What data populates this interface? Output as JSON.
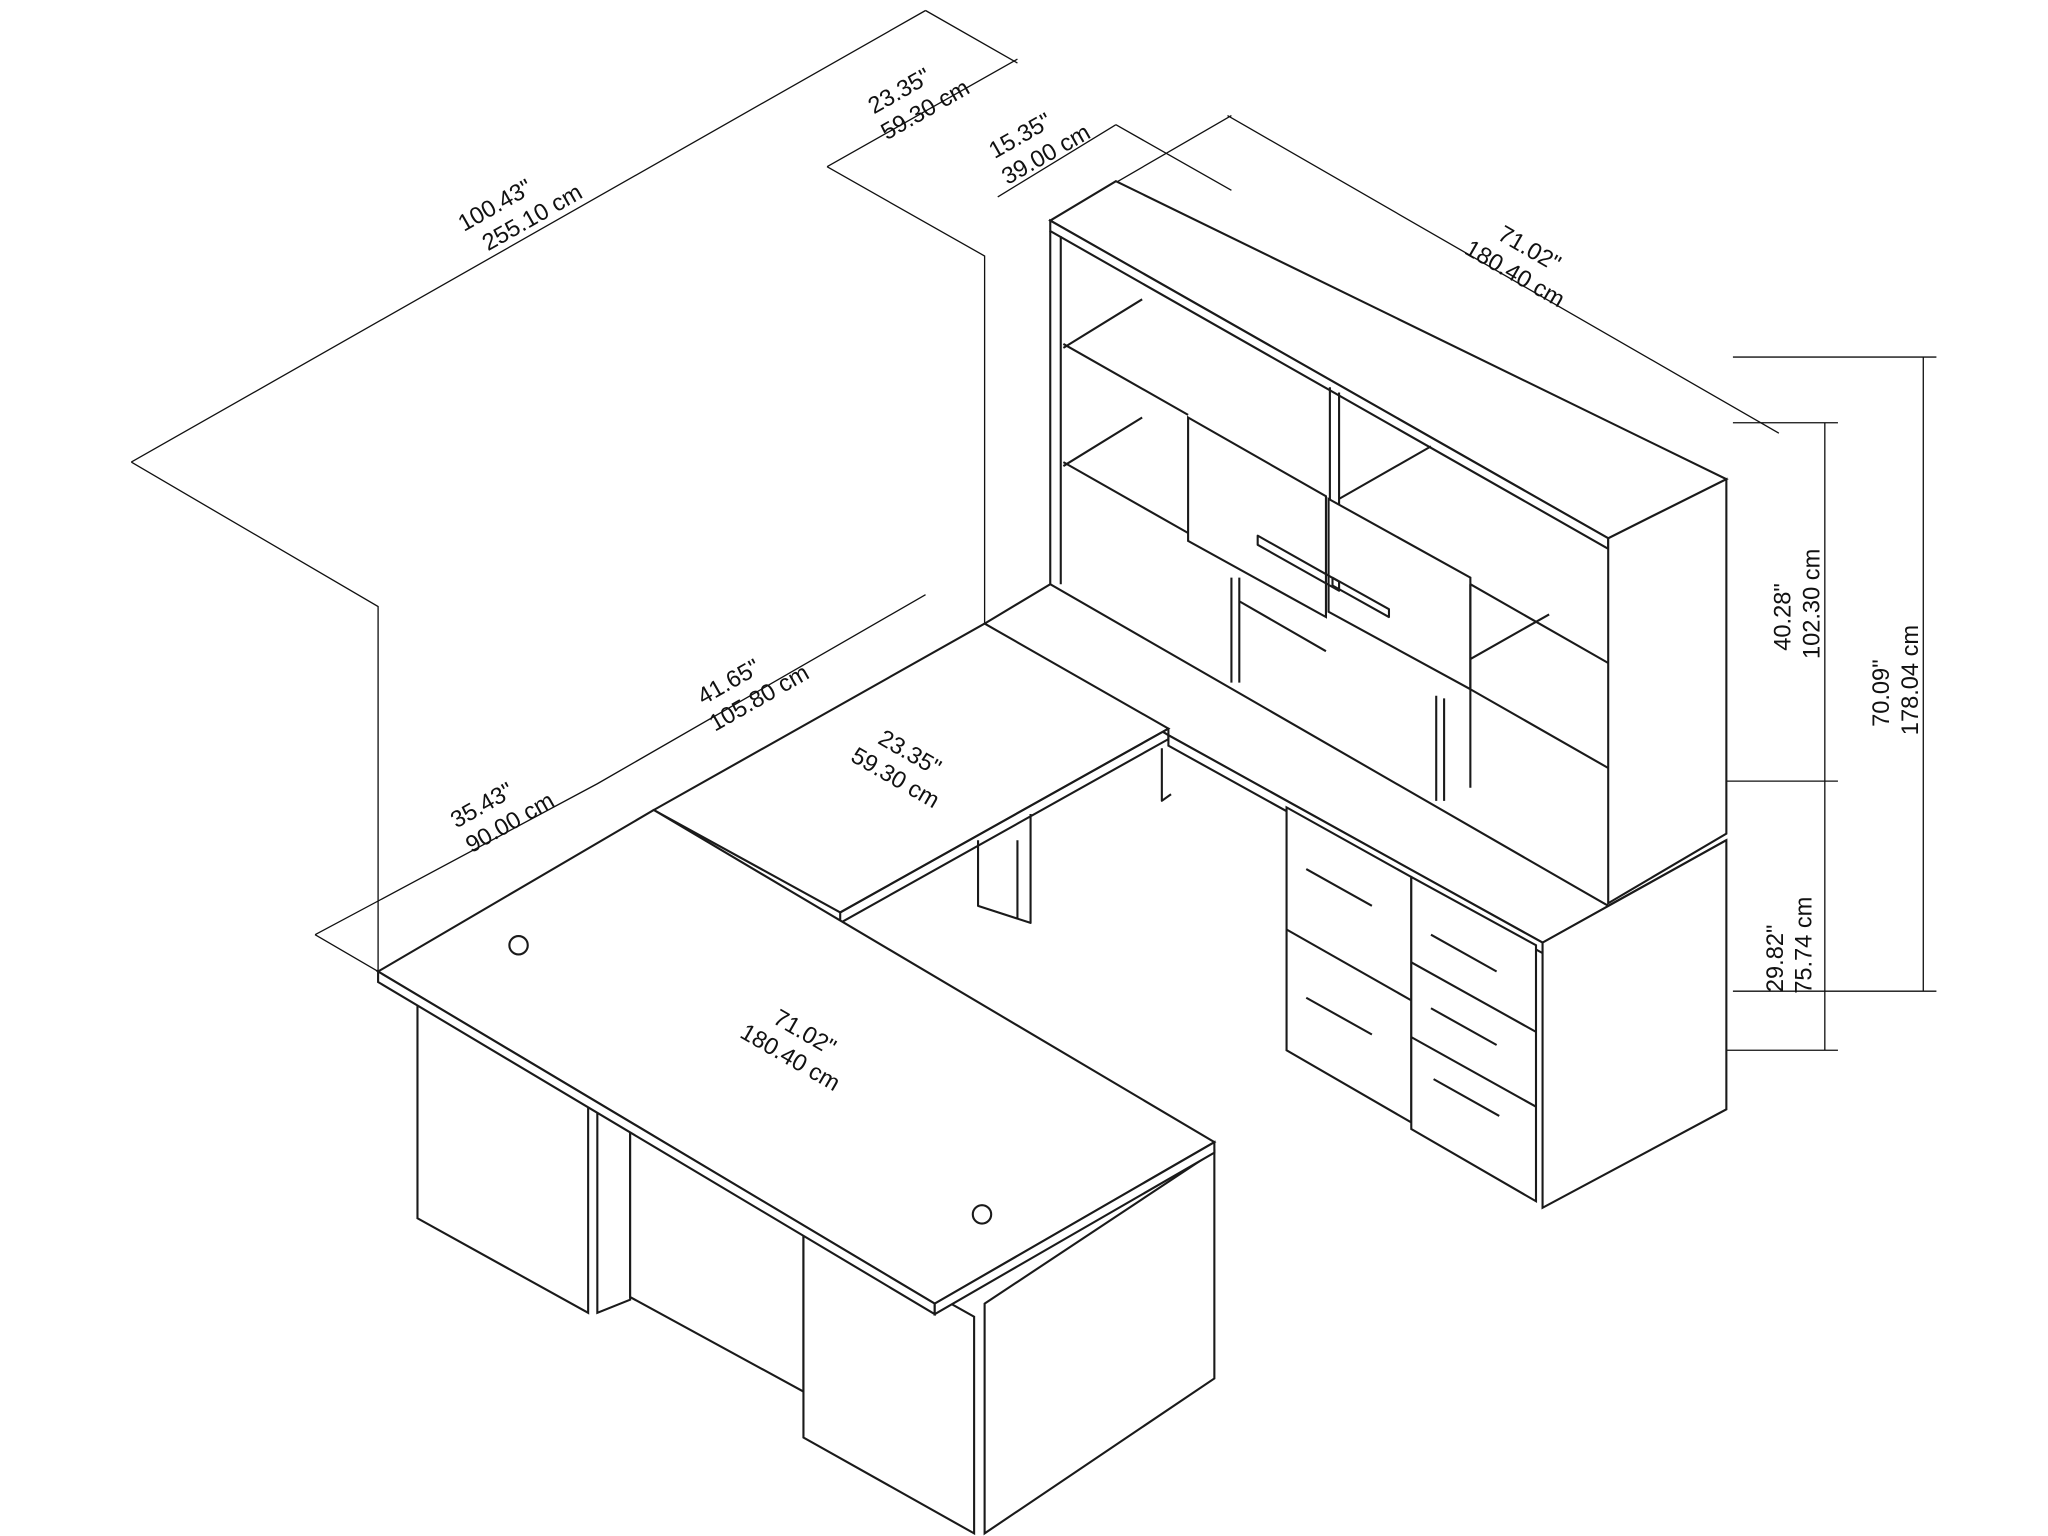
{
  "title": "U-shaped desk with hutch dimension drawing",
  "dimensions": {
    "overall_depth": {
      "in": "100.43\"",
      "cm": "255.10 cm"
    },
    "credenza_depth": {
      "in": "23.35\"",
      "cm": "59.30 cm"
    },
    "hutch_depth": {
      "in": "15.35\"",
      "cm": "39.00 cm"
    },
    "hutch_width": {
      "in": "71.02\"",
      "cm": "180.40 cm"
    },
    "hutch_height": {
      "in": "40.28\"",
      "cm": "102.30 cm"
    },
    "overall_height": {
      "in": "70.09\"",
      "cm": "178.04 cm"
    },
    "desk_height": {
      "in": "29.82\"",
      "cm": "75.74 cm"
    },
    "bridge_length": {
      "in": "41.65\"",
      "cm": "105.80 cm"
    },
    "desk_depth": {
      "in": "35.43\"",
      "cm": "90.00 cm"
    },
    "bridge_width": {
      "in": "23.35\"",
      "cm": "59.30 cm"
    },
    "desk_width": {
      "in": "71.02\"",
      "cm": "180.40 cm"
    }
  }
}
